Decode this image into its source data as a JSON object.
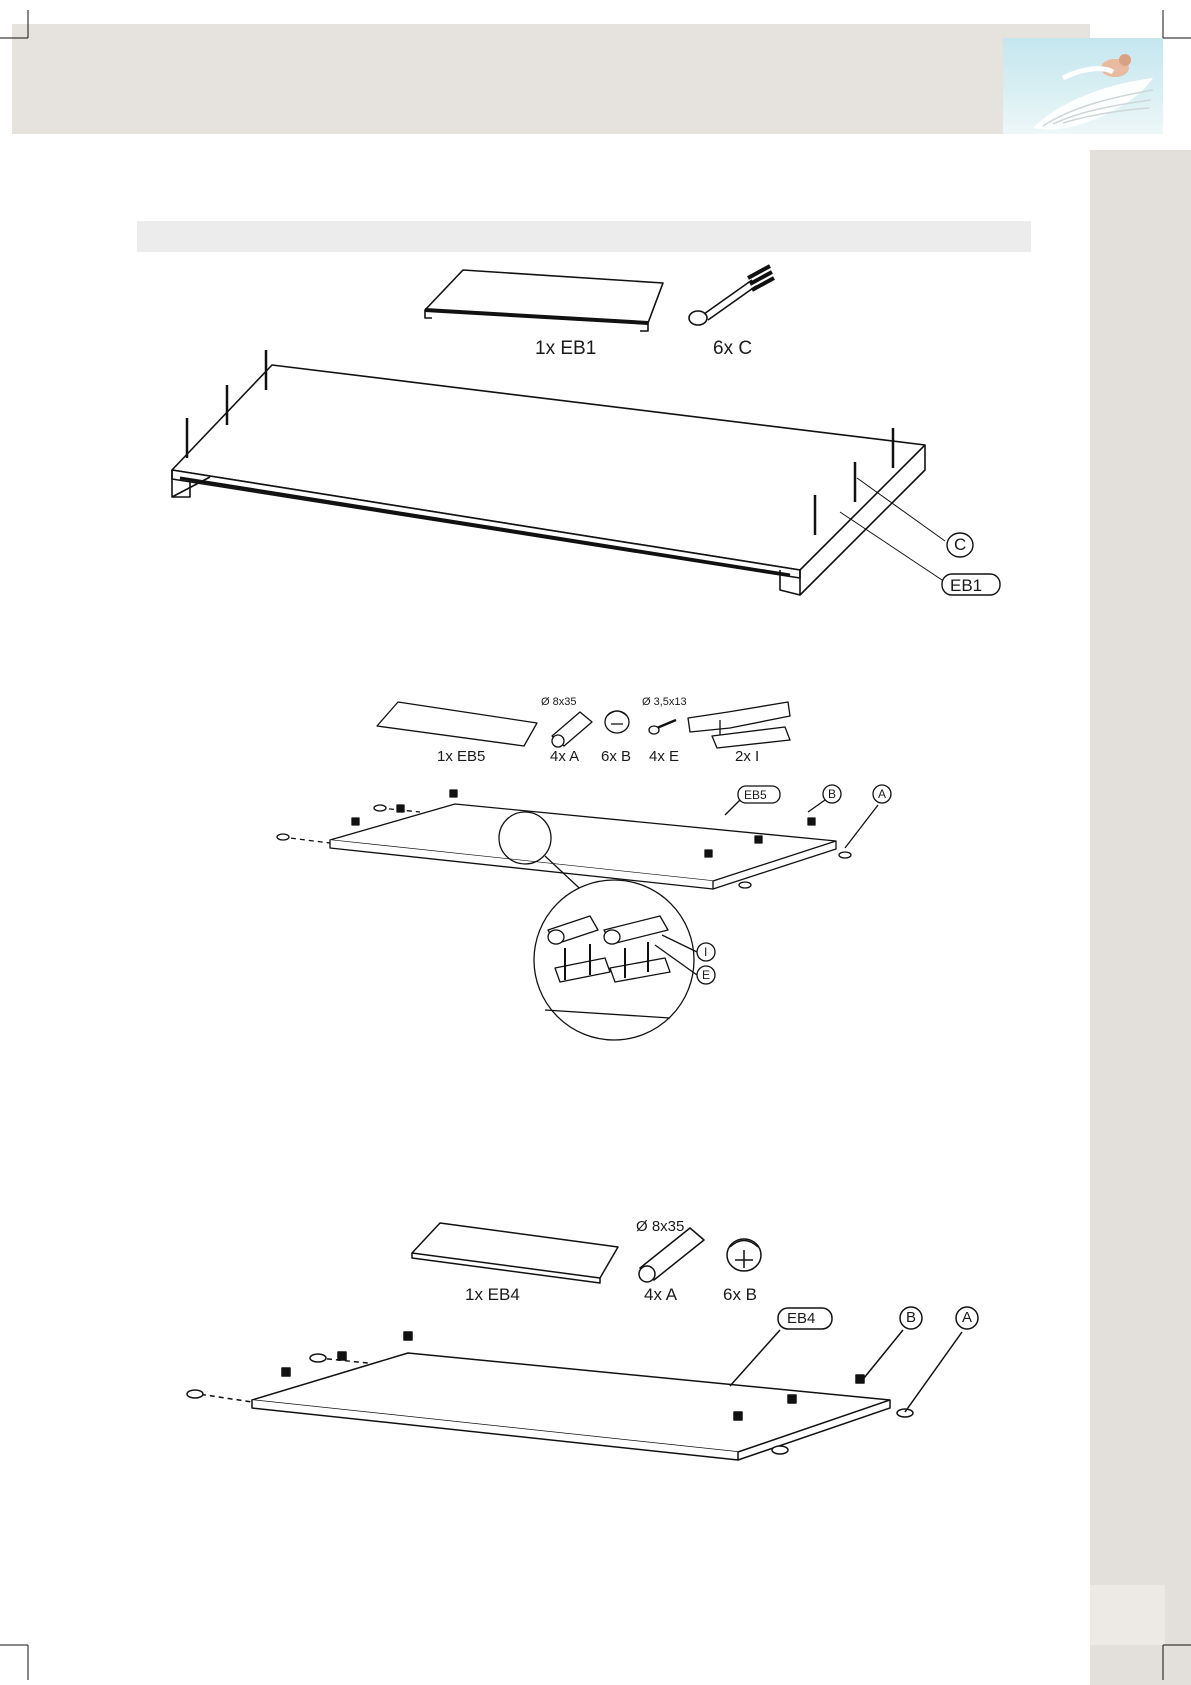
{
  "colors": {
    "header_band": "#e6e3de",
    "side_strip": "#e3e0db",
    "section_bar": "#ececec",
    "line": "#111111"
  },
  "step1": {
    "parts": {
      "eb1_label": "1x EB1",
      "c_label": "6x C"
    },
    "callouts": {
      "c": "C",
      "eb1": "EB1"
    }
  },
  "step2": {
    "specs": {
      "dowel": "Ø 8x35",
      "screw": "Ø 3,5x13"
    },
    "parts": {
      "eb5_label": "1x EB5",
      "a_label": "4x A",
      "b_label": "6x B",
      "e_label": "4x E",
      "i_label": "2x I"
    },
    "callouts": {
      "eb5": "EB5",
      "b": "B",
      "a": "A",
      "i": "I",
      "e": "E"
    }
  },
  "step3": {
    "specs": {
      "dowel": "Ø 8x35"
    },
    "parts": {
      "eb4_label": "1x EB4",
      "a_label": "4x A",
      "b_label": "6x B"
    },
    "callouts": {
      "eb4": "EB4",
      "b": "B",
      "a": "A"
    }
  }
}
